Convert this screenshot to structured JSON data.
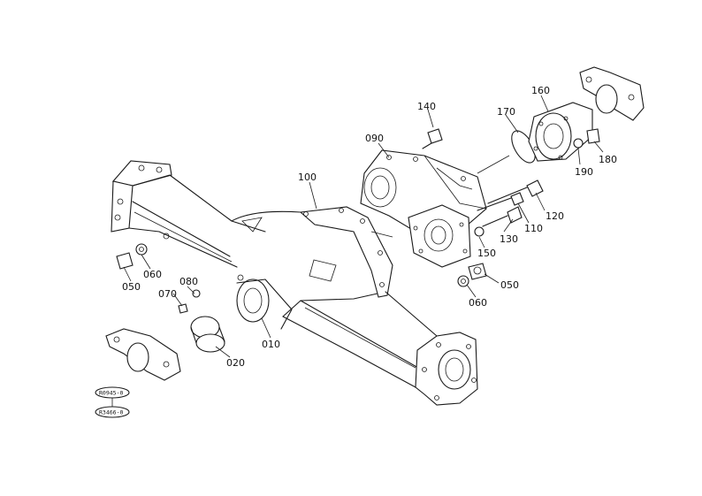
{
  "diagram": {
    "callouts": [
      {
        "id": "c140",
        "label": "140"
      },
      {
        "id": "c170",
        "label": "170"
      },
      {
        "id": "c160",
        "label": "160"
      },
      {
        "id": "c090",
        "label": "090"
      },
      {
        "id": "c100",
        "label": "100"
      },
      {
        "id": "c190",
        "label": "190"
      },
      {
        "id": "c180",
        "label": "180"
      },
      {
        "id": "c120",
        "label": "120"
      },
      {
        "id": "c110",
        "label": "110"
      },
      {
        "id": "c130",
        "label": "130"
      },
      {
        "id": "c150",
        "label": "150"
      },
      {
        "id": "c060a",
        "label": "060"
      },
      {
        "id": "c050a",
        "label": "050"
      },
      {
        "id": "c080",
        "label": "080"
      },
      {
        "id": "c070",
        "label": "070"
      },
      {
        "id": "c010",
        "label": "010"
      },
      {
        "id": "c020",
        "label": "020"
      },
      {
        "id": "c050b",
        "label": "050"
      },
      {
        "id": "c060b",
        "label": "060"
      }
    ],
    "reference_badges": [
      "R0945-0",
      "R3466-0"
    ]
  }
}
